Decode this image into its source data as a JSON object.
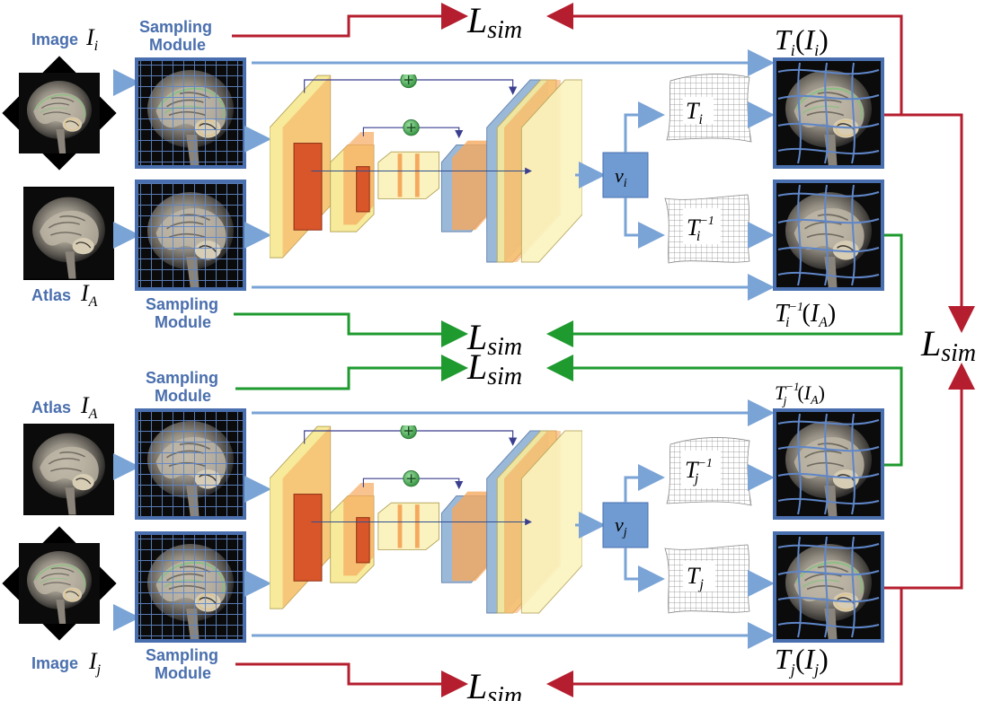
{
  "colors": {
    "arrow_blue": "#7aa3d6",
    "loss_red": "#b51e2e",
    "loss_green": "#1e9a2e",
    "label_blue": "#4a6fae",
    "frame_blue": "#4a6fae",
    "v_box": "#6f9bd2",
    "cnn_yellow": "#f7ea9a",
    "cnn_orange": "#f5a95f",
    "cnn_red": "#d9552a",
    "plus_green": "#3aa64a"
  },
  "top": {
    "image_label": "Image",
    "image_var": "I",
    "image_sub": "i",
    "atlas_label": "Atlas",
    "atlas_var": "I",
    "atlas_sub": "A",
    "sampling_1": [
      "Sampling",
      "Module"
    ],
    "sampling_2": [
      "Sampling",
      "Module"
    ],
    "v_var": "v",
    "v_sub": "i",
    "fwd_field": "T_i",
    "inv_field": "T_i^{-1}",
    "out_fwd": "T_i(I_i)",
    "out_inv": "T_i^{-1}(I_A)"
  },
  "bottom": {
    "image_label": "Image",
    "image_var": "I",
    "image_sub": "j",
    "atlas_label": "Atlas",
    "atlas_var": "I",
    "atlas_sub": "A",
    "sampling_1": [
      "Sampling",
      "Module"
    ],
    "sampling_2": [
      "Sampling",
      "Module"
    ],
    "v_var": "v",
    "v_sub": "j",
    "fwd_field": "T_j",
    "inv_field": "T_j^{-1}",
    "out_fwd": "T_j(I_j)",
    "out_inv": "T_j^{-1}(I_A)"
  },
  "loss": {
    "symbol": "L",
    "sub": "sim"
  },
  "icons": {
    "plus": "plus-circle-icon"
  }
}
